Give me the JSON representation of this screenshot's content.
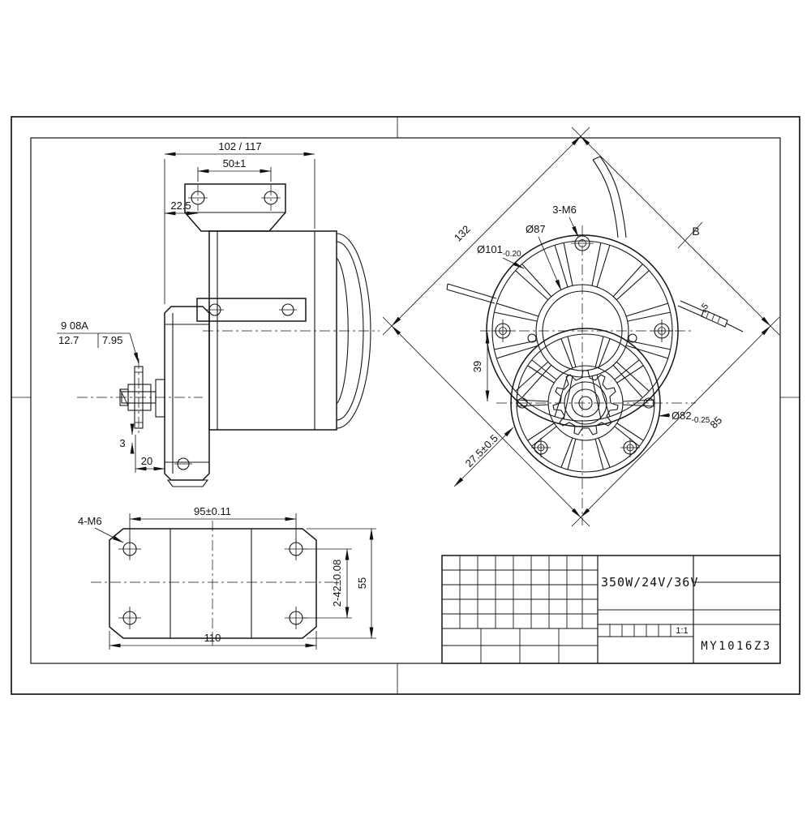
{
  "title_block": {
    "spec": "350W/24V/36V",
    "scale": "1:1",
    "model": "MY1016Z3"
  },
  "side_view": {
    "overall_length": "102 / 117",
    "hole_spacing": "50±1",
    "edge_offset": "22.5",
    "chain_spec": "9 08A",
    "chain_pitch": "12.7",
    "roller_dia": "7.95",
    "step": "3",
    "shaft_length": "20"
  },
  "front_view": {
    "across_corners": "132",
    "bolt_circle_dia": "Ø101",
    "bolt_circle_tol": "-0.20",
    "spigot_dia": "Ø87",
    "mount_holes": "3-M6",
    "view_label": "B",
    "axis_distance": "39",
    "edge_distance": "27.5±0.5",
    "boss_dia": "Ø82",
    "boss_tol": "-0.25",
    "across_flats": "85",
    "wire_dim": "5"
  },
  "bottom_view": {
    "mount_holes": "4-M6",
    "hole_span": "95±0.11",
    "base_width": "110",
    "row_span": "2-42±0.08",
    "base_height": "55"
  }
}
